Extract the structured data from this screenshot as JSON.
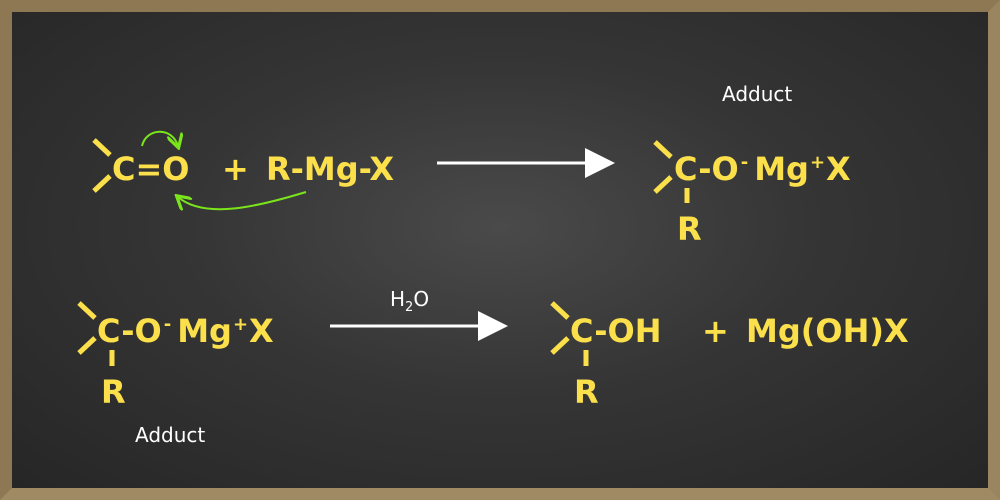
{
  "colors": {
    "formula": "#fbe04c",
    "mechanism_arrow": "#7be51c",
    "arrow": "#ffffff",
    "label": "#ffffff",
    "frame": "#8d7853",
    "board": "#353535"
  },
  "reaction1": {
    "reactant1": "C=O",
    "plus": "+",
    "reactant2": "R-Mg-X",
    "product": {
      "core": "C-O",
      "charge1": "-",
      "metal": "Mg",
      "charge2": "+",
      "halide": "X",
      "substituent": "R"
    },
    "product_label": "Adduct"
  },
  "reaction2": {
    "reactant": {
      "core": "C-O",
      "charge1": "-",
      "metal": "Mg",
      "charge2": "+",
      "halide": "X",
      "substituent": "R"
    },
    "reactant_label": "Adduct",
    "reagent": {
      "main": "H",
      "sub": "2",
      "end": "O"
    },
    "product1": {
      "core": "C-OH",
      "substituent": "R"
    },
    "plus": "+",
    "product2": "Mg(OH)X"
  }
}
